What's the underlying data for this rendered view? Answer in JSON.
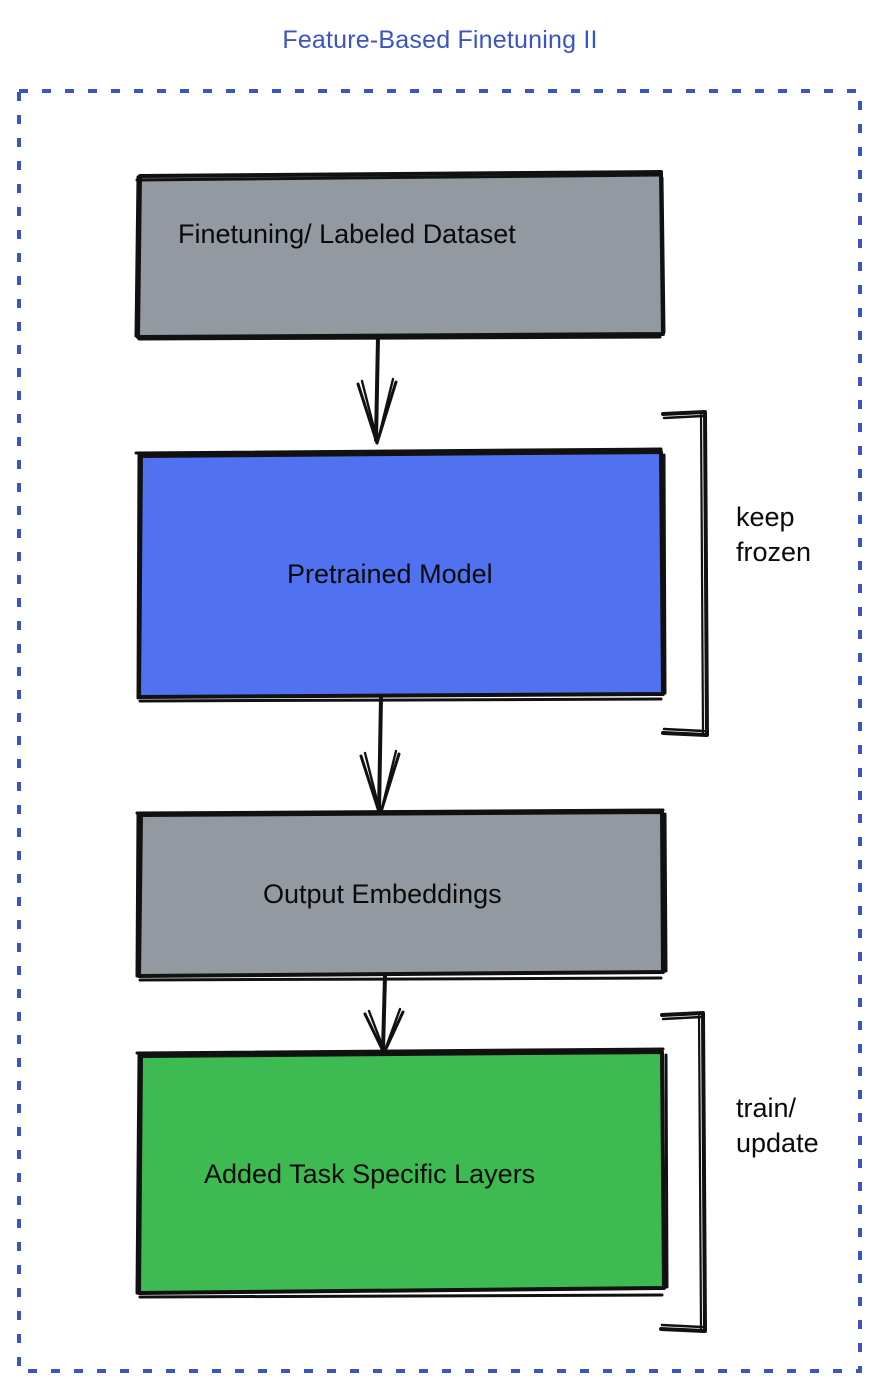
{
  "diagram": {
    "title": "Feature-Based Finetuning II",
    "title_color": "#3b54c4",
    "border_color": "#3b54c4",
    "background": "#ffffff",
    "nodes": [
      {
        "id": "dataset",
        "label": "Finetuning/ Labeled Dataset",
        "fill": "#9399a1",
        "stroke": "#000000"
      },
      {
        "id": "pretrained",
        "label": "Pretrained Model",
        "fill": "#5072f0",
        "stroke": "#000000"
      },
      {
        "id": "embeddings",
        "label": "Output Embeddings",
        "fill": "#9399a1",
        "stroke": "#000000"
      },
      {
        "id": "added_layers",
        "label": "Added Task Specific Layers",
        "fill": "#3dba51",
        "stroke": "#000000"
      }
    ],
    "annotations": [
      {
        "id": "keep_frozen",
        "line1": "keep",
        "line2": "frozen",
        "target": "pretrained"
      },
      {
        "id": "train_update",
        "line1": "train/",
        "line2": "update",
        "target": "added_layers"
      }
    ],
    "arrows": [
      {
        "from": "dataset",
        "to": "pretrained"
      },
      {
        "from": "pretrained",
        "to": "embeddings"
      },
      {
        "from": "embeddings",
        "to": "added_layers"
      }
    ]
  }
}
